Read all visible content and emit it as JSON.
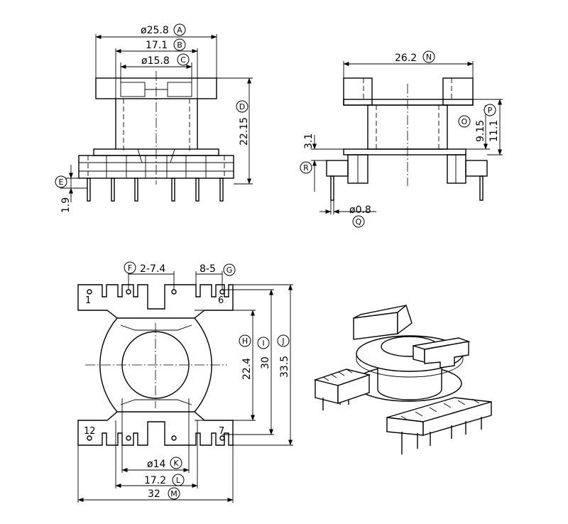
{
  "dimensions": {
    "A": {
      "letter": "A",
      "value": "ø25.8"
    },
    "B": {
      "letter": "B",
      "value": "17.1"
    },
    "C": {
      "letter": "C",
      "value": "ø15.8"
    },
    "D": {
      "letter": "D",
      "value": "22.15"
    },
    "E": {
      "letter": "E",
      "value": "1.9"
    },
    "F": {
      "letter": "F",
      "value": "2-7.4"
    },
    "G": {
      "letter": "G",
      "value": "8-5"
    },
    "H": {
      "letter": "H",
      "value": "22.4"
    },
    "I": {
      "letter": "I",
      "value": "30"
    },
    "J": {
      "letter": "J",
      "value": "33.5"
    },
    "K": {
      "letter": "K",
      "value": "ø14"
    },
    "L": {
      "letter": "L",
      "value": "17.2"
    },
    "M": {
      "letter": "M",
      "value": "32"
    },
    "N": {
      "letter": "N",
      "value": "26.2"
    },
    "O": {
      "letter": "O",
      "value": "9.15"
    },
    "P": {
      "letter": "P",
      "value": "11.1"
    },
    "Q": {
      "letter": "Q",
      "value": "ø0.8"
    },
    "R": {
      "letter": "R",
      "value": "3.1"
    }
  },
  "pins": {
    "p1": "1",
    "p6": "6",
    "p7": "7",
    "p12": "12"
  }
}
